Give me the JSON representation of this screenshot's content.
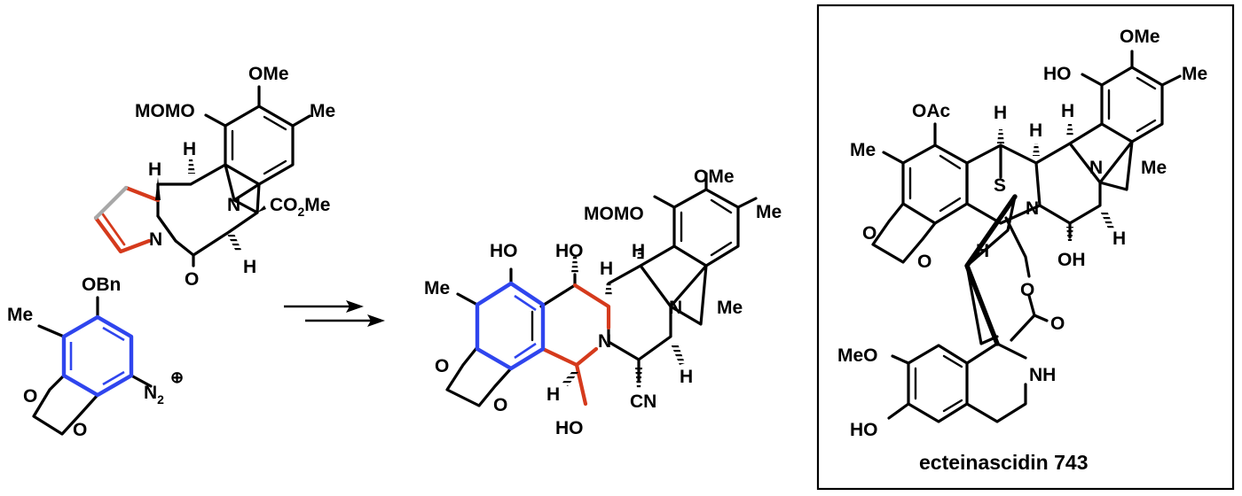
{
  "colors": {
    "ink": "#000000",
    "highlight_red": "#d53a1c",
    "highlight_blue": "#2f45ee",
    "highlight_gray": "#a8a8a8"
  },
  "reactant_pyrrole": {
    "ome": "OMe",
    "momo": "MOMO",
    "me": "Me",
    "h_top": "H",
    "h_left": "H",
    "n_ring": "N",
    "n_bridge": "N",
    "co2me_base": "CO",
    "co2me_sub": "2",
    "co2me_tail": "Me",
    "carbonyl_o": "O",
    "h_bottom": "H"
  },
  "reactant_diazonium": {
    "obn": "OBn",
    "me": "Me",
    "o_upper": "O",
    "o_lower": "O",
    "n2_base": "N",
    "n2_sub": "2",
    "charge": "⊕"
  },
  "reaction_arrows": {
    "count": 2
  },
  "product": {
    "ome": "OMe",
    "momo": "MOMO",
    "me_right": "Me",
    "ho_phenol": "HO",
    "ho_alcohol": "HO",
    "h_1": "H",
    "h_2": "H",
    "me_left": "Me",
    "n_bridge": "N",
    "me_n": "Me",
    "n_ring": "N",
    "o_upper": "O",
    "o_lower": "O",
    "h_ring": "H",
    "h_bottom": "H",
    "cn": "CN",
    "ho_bottom": "HO"
  },
  "box": {
    "caption": "ecteinascidin 743",
    "ome": "OMe",
    "ho_top": "HO",
    "me_right": "Me",
    "oac": "OAc",
    "h_s": "H",
    "h_c": "H",
    "h_top": "H",
    "me_left": "Me",
    "n_bridge": "N",
    "me_n": "Me",
    "s": "S",
    "n_ring": "N",
    "o_upper": "O",
    "o_lower": "O",
    "h_mid": "H",
    "oh": "OH",
    "h_right": "H",
    "o_ester": "O",
    "o_carbonyl": "O",
    "meo": "MeO",
    "nh": "NH",
    "ho_bottom": "HO"
  }
}
